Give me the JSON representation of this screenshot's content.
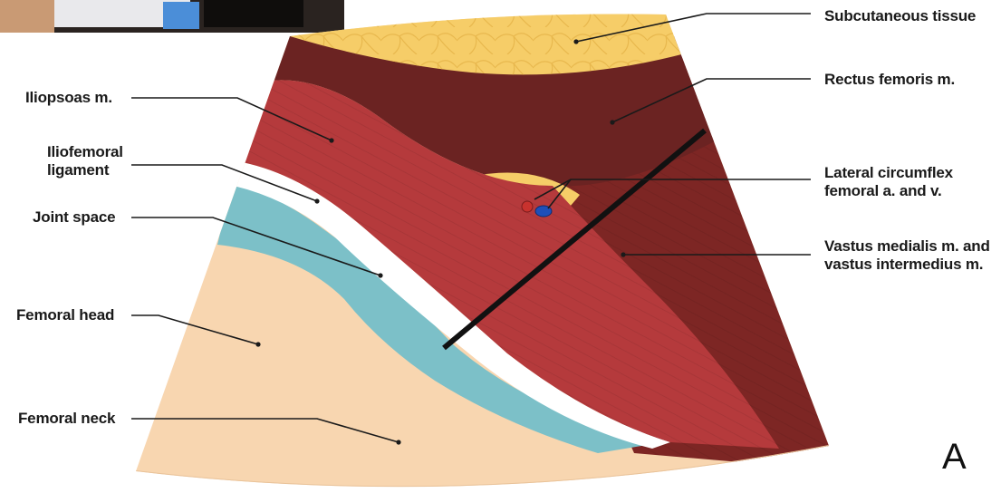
{
  "figure": {
    "panel_letter": "A",
    "labels": {
      "subcutaneous": "Subcutaneous tissue",
      "rectus": "Rectus femoris m.",
      "iliopsoas": "Iliopsoas m.",
      "iliofemoral": "Iliofemoral\nligament",
      "joint_space": "Joint space",
      "lateral_circumflex": "Lateral circumflex\nfemoral a. and v.",
      "vastus": "Vastus medialis m. and\nvastus intermedius m.",
      "femoral_head": "Femoral head",
      "femoral_neck": "Femoral neck"
    }
  },
  "colors": {
    "subcutaneous": "#f6cd68",
    "rectus": "#6b2322",
    "vastus": "#7d2624",
    "iliopsoas": "#b53a3c",
    "ligament": "#ffffff",
    "joint_space": "#7cc0c8",
    "bone": "#f8d6b0",
    "artery": "#c8322e",
    "vein": "#1f4fb8",
    "needle": "#111111"
  }
}
